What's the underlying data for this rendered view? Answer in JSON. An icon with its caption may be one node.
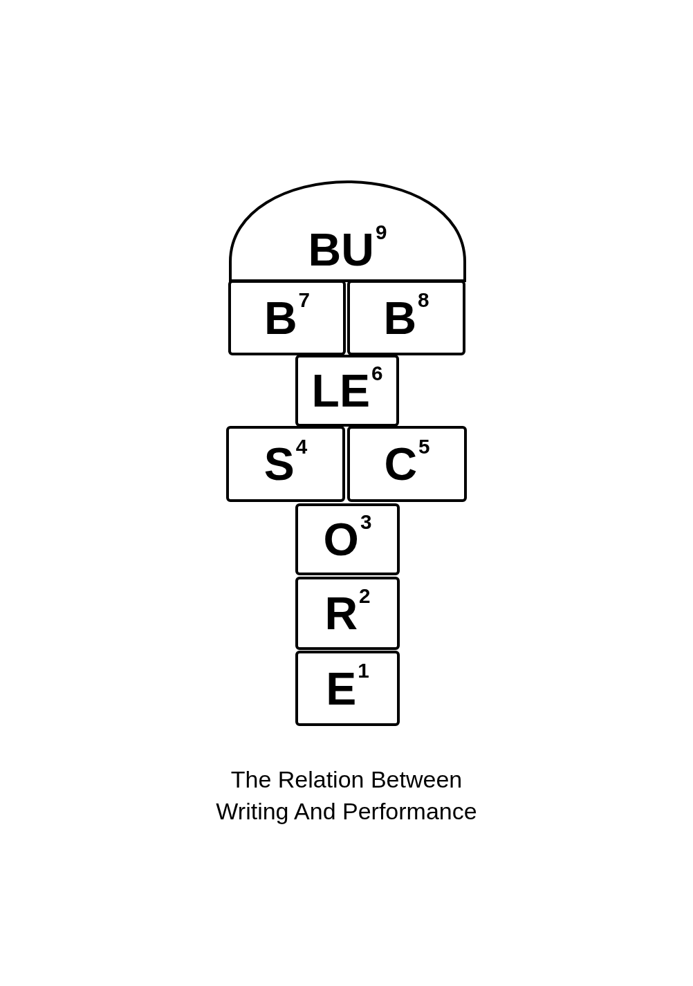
{
  "diagram": {
    "caption": "The Relation Between Writing And Performance",
    "nodes": [
      {
        "text": [
          "BU$^{9}$"
        ]
      },
      {
        "text": [
          "B$^{7}$"
        ]
      },
      {
        "text": [
          "B$^{8}$"
        ]
      },
      {
        "text": [
          "LE$^{6}$"
        ]
      },
      {
        "text": [
          "S$^{4}$"
        ]
      },
      {
        "text": [
          "C$^{5}$"
        ]
      },
      {
        "text": [
          "O$^{3}$"
        ]
      },
      {
        "text": [
          "R$^{2}$"
        ]
      },
      {
        "text": [
          "E$^{1}$"
        ]
      }
    ]
  }
}
